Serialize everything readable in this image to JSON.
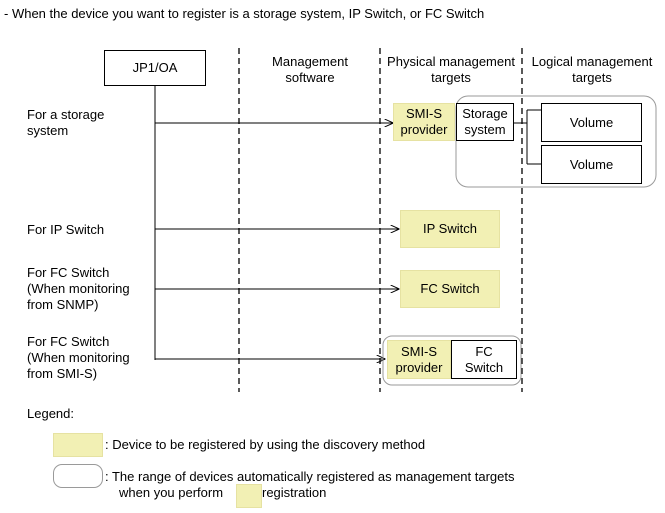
{
  "heading": "- When the device you want to register is a storage system, IP Switch, or FC Switch",
  "columns": {
    "jp1": "JP1/OA",
    "mgmt_line1": "Management",
    "mgmt_line2": "software",
    "phys_line1": "Physical management",
    "phys_line2": "targets",
    "logical_line1": "Logical management",
    "logical_line2": "targets"
  },
  "rows": {
    "storage_line1": "For a storage",
    "storage_line2": "system",
    "ip": "For IP Switch",
    "fc_snmp_line1": "For FC Switch",
    "fc_snmp_line2": "(When monitoring",
    "fc_snmp_line3": "from SNMP)",
    "fc_smis_line1": "For FC Switch",
    "fc_smis_line2": "(When monitoring",
    "fc_smis_line3": "from SMI-S)"
  },
  "nodes": {
    "smis_line1": "SMI-S",
    "smis_line2": "provider",
    "storage_line1": "Storage",
    "storage_line2": "system",
    "volume1": "Volume",
    "volume2": "Volume",
    "ip_switch": "IP Switch",
    "fc_switch": "FC Switch",
    "smis2_line1": "SMI-S",
    "smis2_line2": "provider",
    "fc2_line1": "FC",
    "fc2_line2": "Switch"
  },
  "legend": {
    "title": "Legend:",
    "discovery": ": Device to be registered by using the discovery method",
    "range_line1": ": The range of devices automatically registered as management targets",
    "range_line2a": "when you perform",
    "range_line2b": "registration"
  },
  "colors": {
    "highlight": "#f2f0b4",
    "highlight_border": "#d8d49a",
    "range_border": "#9a9a9a",
    "line": "#000000"
  }
}
